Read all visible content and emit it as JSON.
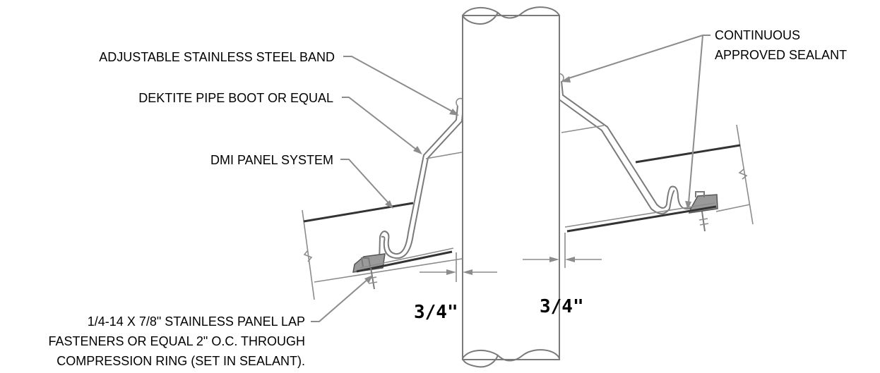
{
  "labels": {
    "band": "ADJUSTABLE STAINLESS STEEL BAND",
    "boot": "DEKTITE PIPE BOOT OR EQUAL",
    "panel": "DMI PANEL SYSTEM",
    "fastener_line1": "1/4-14 X 7/8\" STAINLESS PANEL LAP",
    "fastener_line2": "FASTENERS OR EQUAL 2\" O.C. THROUGH",
    "fastener_line3": "COMPRESSION RING (SET IN SEALANT).",
    "sealant_line1": "CONTINUOUS",
    "sealant_line2": "APPROVED SEALANT"
  },
  "dimensions": {
    "left_gap": "3/4\"",
    "right_gap": "3/4\""
  }
}
